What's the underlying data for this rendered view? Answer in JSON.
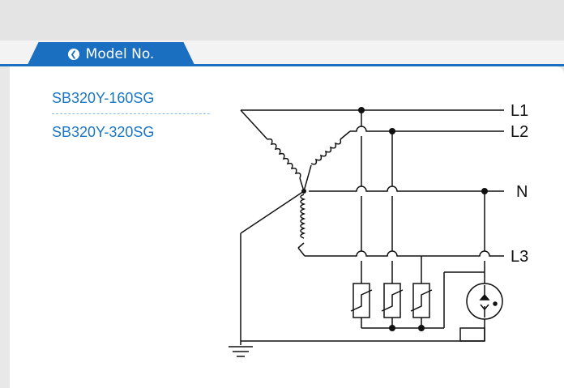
{
  "tab": {
    "label": "Model No.",
    "icon": "chevron-left-circle-icon"
  },
  "models": [
    {
      "name": "SB320Y-160SG"
    },
    {
      "name": "SB320Y-320SG"
    }
  ],
  "diagram": {
    "labels": {
      "l1": "L1",
      "l2": "L2",
      "n": "N",
      "l3": "L3"
    }
  },
  "colors": {
    "accent": "#1a6fc0",
    "model_text": "#1a77c7"
  }
}
